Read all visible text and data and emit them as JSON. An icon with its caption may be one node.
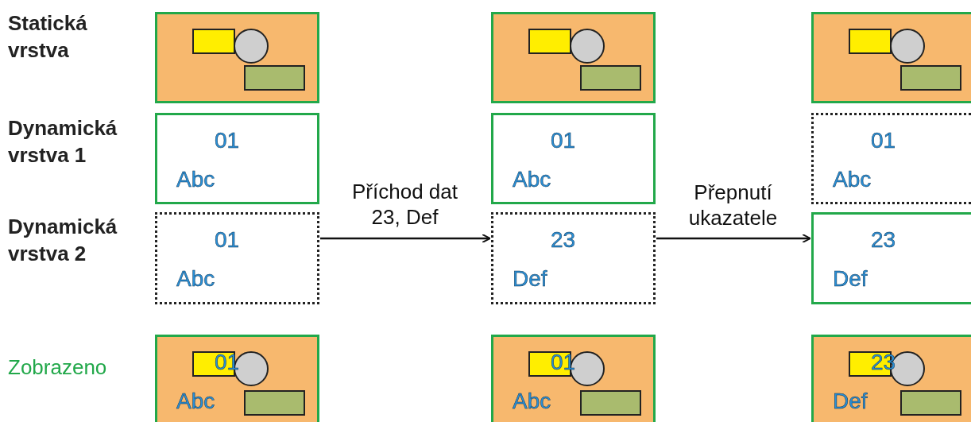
{
  "diagram": {
    "nodes": [
      {
        "text": [],
        "shape": "box"
      },
      {
        "text": [],
        "shape": "box"
      },
      {
        "text": [],
        "shape": "box"
      },
      {
        "text": [
          "01",
          "Abc"
        ]
      },
      {
        "text": [
          "01",
          "Abc"
        ]
      },
      {
        "text": [
          "01",
          "Abc"
        ]
      },
      {
        "text": [
          "01",
          "Abc"
        ]
      },
      {
        "text": [
          "23",
          "Def"
        ]
      },
      {
        "text": [
          "23",
          "Def"
        ]
      },
      {
        "text": [
          "01",
          "Abc"
        ]
      },
      {
        "text": [
          "01",
          "Abc"
        ]
      },
      {
        "text": [
          "23",
          "Def"
        ]
      }
    ],
    "edges": [
      {
        "from": 6,
        "to": 7,
        "arrow": "to",
        "label": "Příchod dat 23, Def"
      },
      {
        "from": 7,
        "to": 8,
        "arrow": "to",
        "label": "Přepnutí ukazatele"
      }
    ],
    "labels": [
      "Statická vrstva",
      "Dynamická vrstva 1",
      "Dynamická vrstva 2",
      "Zobrazeno"
    ]
  }
}
